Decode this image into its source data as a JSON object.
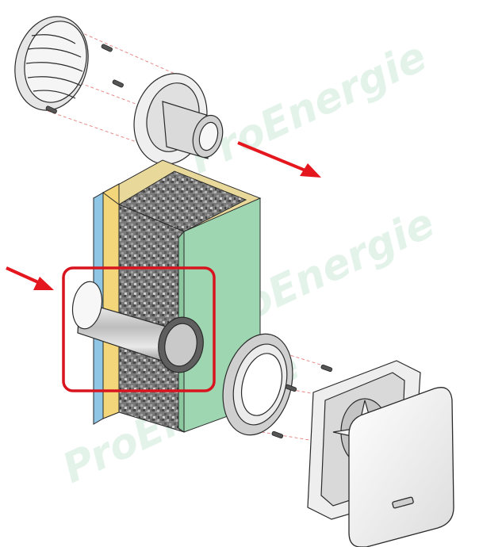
{
  "watermark": {
    "text": "ProEnergie",
    "color": "#e3f3ea"
  },
  "colors": {
    "highlight": "#d8141e",
    "arrow": "#e4171f",
    "insulation": "#8b8b8b",
    "outer_layer": "#9fd6b2",
    "inner_yellow": "#f4d67a",
    "inner_blue": "#8fc6e6",
    "line": "#2a2a2a",
    "part_fill": "#f2f2f2"
  },
  "components": [
    {
      "name": "exterior-grille"
    },
    {
      "name": "outer-flange-with-duct"
    },
    {
      "name": "wall-section"
    },
    {
      "name": "duct-sleeve"
    },
    {
      "name": "inner-mounting-ring"
    },
    {
      "name": "fan-unit"
    },
    {
      "name": "front-cover"
    },
    {
      "name": "screws"
    }
  ]
}
